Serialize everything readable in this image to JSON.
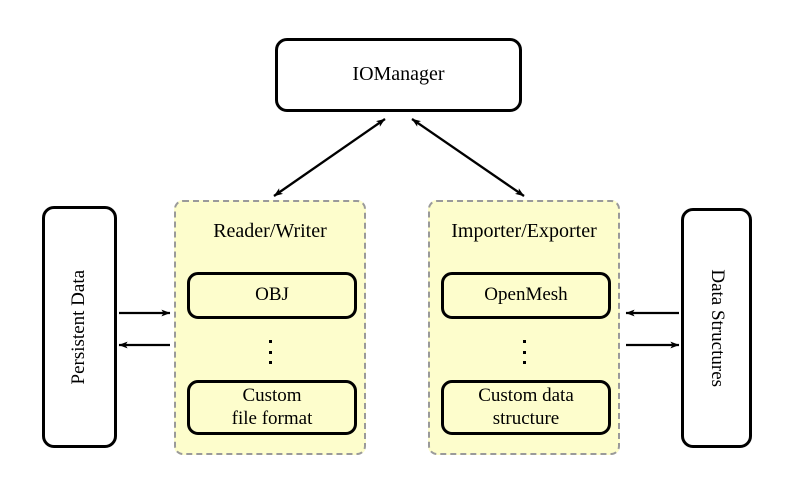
{
  "diagram": {
    "title_node": {
      "label": "IOManager"
    },
    "left_store": {
      "label": "Persistent Data"
    },
    "right_store": {
      "label": "Data Structures"
    },
    "panels": [
      {
        "name": "reader-writer",
        "title": "Reader/Writer",
        "items": [
          {
            "label": "OBJ"
          },
          {
            "label": "Custom\nfile format"
          }
        ],
        "ellipsis": "vertical-dots"
      },
      {
        "name": "importer-exporter",
        "title": "Importer/Exporter",
        "items": [
          {
            "label": "OpenMesh"
          },
          {
            "label": "Custom data\nstructure"
          }
        ],
        "ellipsis": "vertical-dots"
      }
    ],
    "connections": [
      {
        "name": "iomanager-to-reader-writer",
        "style": "double-headed-arrow"
      },
      {
        "name": "iomanager-to-importer-exporter",
        "style": "double-headed-arrow"
      },
      {
        "name": "persistent-data-to-reader-writer",
        "style": "arrow-right"
      },
      {
        "name": "reader-writer-to-persistent-data",
        "style": "arrow-left"
      },
      {
        "name": "data-structures-to-importer-exporter",
        "style": "arrow-left"
      },
      {
        "name": "importer-exporter-to-data-structures",
        "style": "arrow-right"
      }
    ],
    "colors": {
      "panel_fill": "#fdfdcc",
      "panel_border": "#9a9a9a",
      "stroke": "#000000",
      "background": "#ffffff"
    }
  }
}
